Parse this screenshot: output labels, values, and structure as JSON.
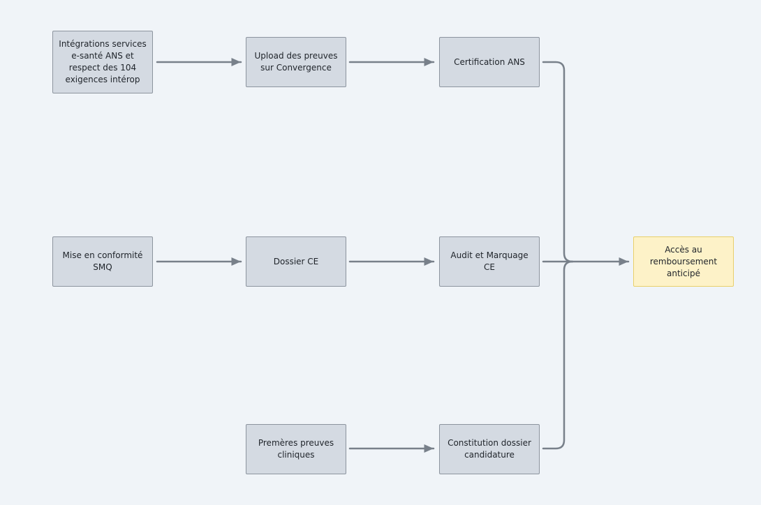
{
  "nodes": {
    "integrations": {
      "label": "Intégrations services\ne-santé ANS et\nrespect des 104\nexigences intérop"
    },
    "upload": {
      "label": "Upload des preuves\nsur Convergence"
    },
    "certification": {
      "label": "Certification ANS"
    },
    "smq": {
      "label": "Mise en conformité\nSMQ"
    },
    "dossier_ce": {
      "label": "Dossier CE"
    },
    "audit": {
      "label": "Audit  et Marquage\nCE"
    },
    "preuves": {
      "label": "Premères preuves\ncliniques"
    },
    "constitution": {
      "label": "Constitution dossier\ncandidature"
    },
    "acces": {
      "label": "Accès au\nremboursement\nanticipé"
    }
  },
  "colors": {
    "background": "#f0f4f8",
    "node_fill": "#d4dae2",
    "node_border": "#8c949e",
    "goal_fill": "#fdf2c8",
    "goal_border": "#e8cf6a",
    "connector": "#78808a"
  }
}
